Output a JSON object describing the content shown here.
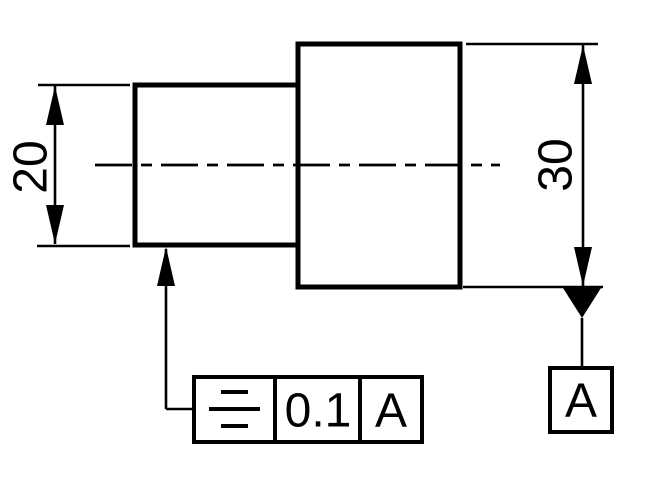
{
  "drawing": {
    "background_color": "#ffffff",
    "line_color": "#000000",
    "dimensions": {
      "small_cylinder": "20",
      "large_cylinder": "30"
    },
    "feature_control_frame": {
      "geometric_symbol": "symmetry",
      "tolerance": "0.1",
      "datum_reference": "A"
    },
    "datum_feature": {
      "label": "A"
    }
  }
}
